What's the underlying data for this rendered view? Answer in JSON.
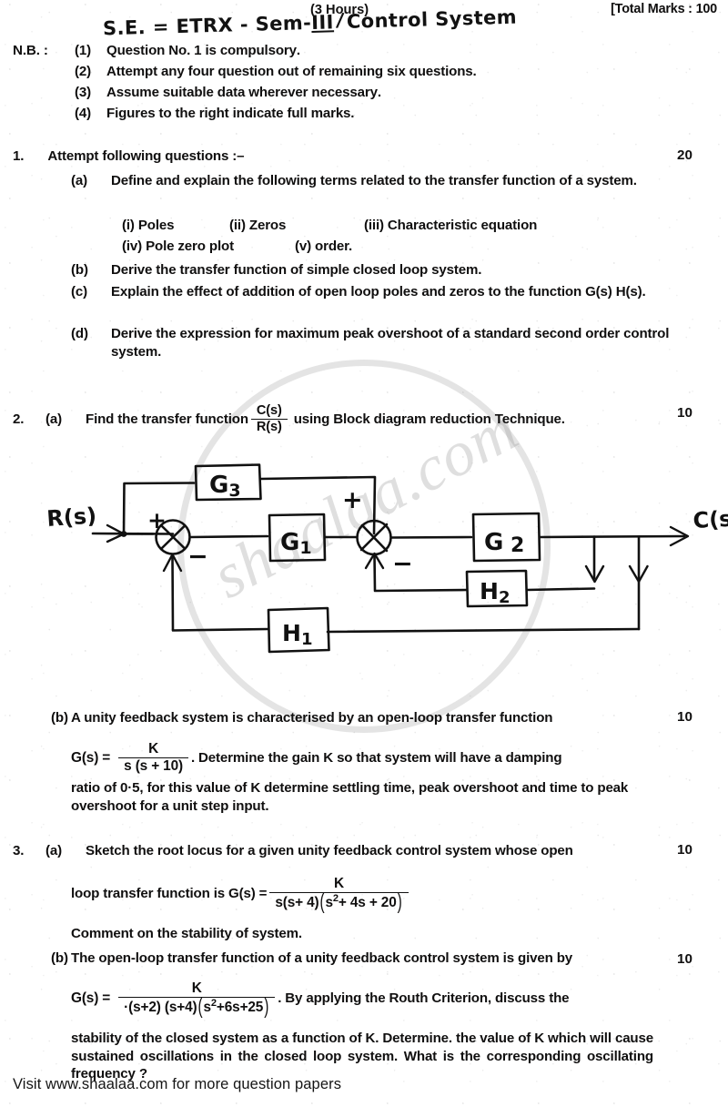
{
  "header": {
    "hours": "(3 Hours)",
    "total_marks": "[Total Marks : 100",
    "handwritten_part1": "S.E.",
    "handwritten_dash1": " = ETRX - Sem-",
    "handwritten_sem": "III",
    "handwritten_slash": "/",
    "handwritten_subject": "Control System"
  },
  "nb": {
    "label": "N.B. :",
    "items": [
      {
        "num": "(1)",
        "text_a": "Question No. ",
        "bold1": "1",
        "text_b": " is ",
        "bold2": "compulsory",
        "text_c": "."
      },
      {
        "num": "(2)",
        "text_a": "Attempt any ",
        "bold1": "four",
        "text_b": " question out of remaining ",
        "bold2": "six",
        "text_c": " questions."
      },
      {
        "num": "(3)",
        "text_a": "Assume ",
        "bold1": "suitable",
        "text_b": " data wherever ",
        "bold2": "necessary",
        "text_c": "."
      },
      {
        "num": "(4)",
        "text_a": "",
        "bold1": "Figures",
        "text_b": " to the ",
        "bold2": "right",
        "text_c": " indicate ",
        "bold3": "full",
        "text_d": " marks."
      }
    ]
  },
  "questions": {
    "q1": {
      "number": "1.",
      "stem": "Attempt following questions :–",
      "marks": "20",
      "a_label": "(a)",
      "a_text": "Define and explain the following terms related to the transfer function of a system.",
      "romans_row1": [
        "(i)  Poles",
        "(ii) Zeros",
        "(iii) Characteristic equation"
      ],
      "romans_row2": [
        "(iv)  Pole zero plot",
        "(v) order."
      ],
      "b_label": "(b)",
      "b_text": "Derive the transfer function of simple closed loop system.",
      "c_label": "(c)",
      "c_text": "Explain the effect of addition of open loop poles and zeros to the function G(s) H(s).",
      "d_label": "(d)",
      "d_text": "Derive the expression for maximum peak overshoot of a standard second order control system."
    },
    "q2": {
      "number": "2.",
      "a_label": "(a)",
      "a_text_before": "Find the transfer function",
      "a_frac_num": "C(s)",
      "a_frac_den": "R(s)",
      "a_text_after": "using Block diagram reduction Technique.",
      "a_marks": "10",
      "b_label": "(b)",
      "b_line1": "A unity feedback system is characterised by an open-loop transfer function",
      "b_marks": "10",
      "b_gs": "G(s)  =",
      "b_frac_num": "K",
      "b_frac_den": "s (s + 10)",
      "b_after_frac": ". Determine the gain K so that system will have a damping",
      "b_line3": "ratio of 0·5, for this value of K determine settling time, peak overshoot and time to peak overshoot for a unit step input."
    },
    "q3": {
      "number": "3.",
      "a_label": "(a)",
      "a_line1": "Sketch the root locus for a given unity feedback control system whose open",
      "a_marks": "10",
      "a_line2_before": "loop transfer function is  G(s)  =",
      "a_frac_num": "K",
      "a_frac_den_p1": "s(s+ 4)",
      "a_frac_den_p2": "s",
      "a_frac_den_p3": "2",
      "a_frac_den_p4": "+ 4s + 20",
      "a_line3": "Comment on the stability of system.",
      "b_label": "(b)",
      "b_line1": "The open-loop transfer function of a unity feedback control system is given by",
      "b_marks": "10",
      "b_gs": "G(s)  =",
      "b_frac_num": "K",
      "b_frac_den_p1": "·(s+2) (s+4)",
      "b_frac_den_p2": "s",
      "b_frac_den_p3": "2",
      "b_frac_den_p4": "+6s+25",
      "b_after_frac": ". By applying the Routh Criterion, discuss the",
      "b_line3": "stability of the closed system as a function of K. Determine. the value of K which will cause sustained oscillations in the closed loop system. What is the corresponding oscillating frequency ?"
    }
  },
  "watermark": {
    "text": "shaalaa.com"
  },
  "footer": {
    "text": "Visit www.shaalaa.com for more question papers"
  },
  "block_diagram": {
    "input_label": "R(s)",
    "output_label": "C(s)",
    "blocks": [
      {
        "id": "G3",
        "label": "G3"
      },
      {
        "id": "G1",
        "label": "G1"
      },
      {
        "id": "G2",
        "label": "G2"
      },
      {
        "id": "H2",
        "label": "H2"
      },
      {
        "id": "H1",
        "label": "H1"
      }
    ],
    "summing_junction_1": {
      "signs": [
        "+",
        "−"
      ]
    },
    "summing_junction_2": {
      "signs": [
        "+",
        "−"
      ]
    }
  },
  "colors": {
    "ink": "#100f0f",
    "paper": "#fdfdfd",
    "watermark": "rgba(150,150,150,.30)"
  }
}
